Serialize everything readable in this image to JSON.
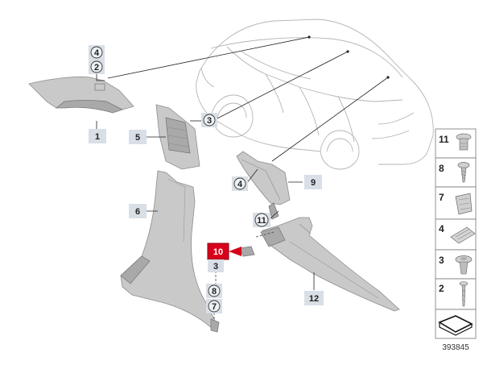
{
  "diagram_number": "393845",
  "callouts": {
    "c4_top": "4",
    "c2_top": "2",
    "c1": "1",
    "c5": "5",
    "c3_a": "3",
    "c6": "6",
    "c4_mid": "4",
    "c9": "9",
    "c11": "11",
    "c10": "10",
    "c3_b": "3",
    "c8": "8",
    "c7": "7",
    "c12": "12"
  },
  "side_panel": {
    "items": [
      {
        "label": "11",
        "icon": "clip-rivet-icon"
      },
      {
        "label": "8",
        "icon": "screw-icon"
      },
      {
        "label": "7",
        "icon": "spring-clip-icon"
      },
      {
        "label": "4",
        "icon": "expanding-clip-icon"
      },
      {
        "label": "3",
        "icon": "push-clip-icon"
      },
      {
        "label": "2",
        "icon": "self-tapping-screw-icon"
      }
    ],
    "footer_icon": "adhesive-sheet-icon"
  },
  "colors": {
    "highlight": "#d8001c",
    "part_fill": "#c9c9c9",
    "tag_background": "#d9dfe6"
  }
}
